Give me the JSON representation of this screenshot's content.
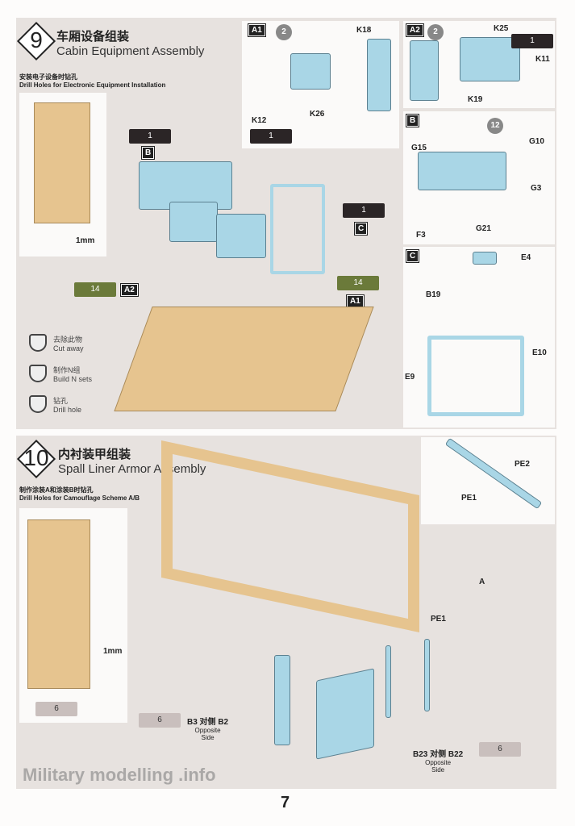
{
  "step9": {
    "number": "9",
    "title_cn": "车厢设备组装",
    "title_en": "Cabin Equipment Assembly",
    "note_cn": "安装电子设备时钻孔",
    "note_en": "Drill Holes for Electronic Equipment Installation",
    "drill_size": "1mm",
    "panel_a1": {
      "tag": "A1",
      "circle": "2",
      "qty": "1",
      "labels": [
        "K18",
        "K12",
        "K26"
      ]
    },
    "panel_a2": {
      "tag": "A2",
      "circle": "2",
      "qty": "1",
      "labels": [
        "K25",
        "K11",
        "K19"
      ]
    },
    "panel_b": {
      "tag": "B",
      "circle": "12",
      "labels": [
        "G15",
        "G10",
        "G3",
        "G21",
        "F3"
      ]
    },
    "panel_c": {
      "tag": "C",
      "labels": [
        "E4",
        "B19",
        "E10",
        "E9"
      ]
    },
    "main": {
      "qty_b": "1",
      "tag_b": "B",
      "qty_c": "1",
      "tag_c": "C",
      "qty_a2": "14",
      "tag_a2": "A2",
      "qty_a1": "14",
      "tag_a1": "A1"
    },
    "legend": [
      {
        "cn": "去除此物",
        "en": "Cut away"
      },
      {
        "cn": "制作N组",
        "en": "Build N sets"
      },
      {
        "cn": "钻孔",
        "en": "Drill hole"
      }
    ]
  },
  "step10": {
    "number": "10",
    "title_cn": "内衬装甲组装",
    "title_en": "Spall Liner Armor Assembly",
    "note_cn": "制作涂装A和涂装B时钻孔",
    "note_en": "Drill Holes for Camouflage Scheme A/B",
    "drill_size": "1mm",
    "qty_left": "6",
    "pe2": "PE2",
    "pe1": "PE1",
    "part_a": "A",
    "pe1_b": "PE1",
    "b3": {
      "qty": "6",
      "text": "B3 对侧 B2",
      "sub1": "Opposite",
      "sub2": "Side"
    },
    "b23": {
      "qty": "6",
      "text": "B23 对侧 B22",
      "sub1": "Opposite",
      "sub2": "Side"
    }
  },
  "watermark": "Military modelling .info",
  "page_number": "7"
}
